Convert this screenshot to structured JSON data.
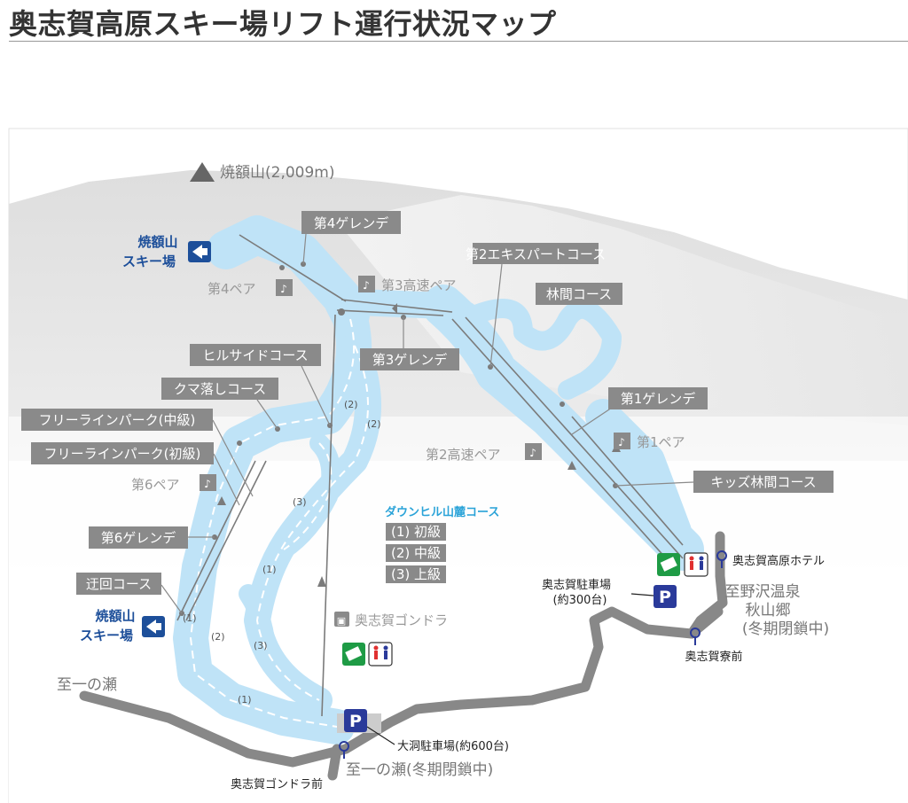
{
  "title": "奥志賀高原スキー場リフト運行状況マップ",
  "peak": "焼額山(2,009m)",
  "links": {
    "top": [
      "焼額山",
      "スキー場"
    ],
    "bottom": [
      "焼額山",
      "スキー場"
    ]
  },
  "lifts": {
    "lift4": "第4ペア",
    "lift3": "第3高速ペア",
    "lift2": "第2高速ペア",
    "lift1": "第1ペア",
    "lift6": "第6ペア",
    "gondola": "奥志賀ゴンドラ"
  },
  "courses": {
    "g4": "第4ゲレンデ",
    "expert2": "第2エキスパートコース",
    "rinkan": "林間コース",
    "hillside": "ヒルサイドコース",
    "g3": "第3ゲレンデ",
    "kuma": "クマ落しコース",
    "freeline_mid": "フリーラインパーク(中級)",
    "freeline_beg": "フリーラインパーク(初級)",
    "g1": "第1ゲレンデ",
    "kids": "キッズ林間コース",
    "g6": "第6ゲレンデ",
    "ukai": "迂回コース"
  },
  "downhill": {
    "title": "ダウンヒル山麓コース",
    "levels": [
      "(1) 初級",
      "(2) 中級",
      "(3) 上級"
    ]
  },
  "markers": [
    "(1)",
    "(2)",
    "(3)"
  ],
  "places": {
    "hotel": "奥志賀高原ホテル",
    "parking_top": [
      "奥志賀駐車場",
      "(約300台)"
    ],
    "nozawa": [
      "至野沢温泉",
      "秋山郷",
      "(冬期閉鎖中)"
    ],
    "ryomae": "奥志賀寮前",
    "ichinose": "至一の瀬",
    "parking_bottom": "大洞駐車場(約600台)",
    "ichinose_closed": "至一の瀬(冬期閉鎖中)",
    "gondola_stop": "奥志賀ゴンドラ前"
  },
  "icons": {
    "parking": "P",
    "ticket": "TICKET"
  },
  "colors": {
    "slope": "#bfe3f7",
    "label_box": "#8a8a8a",
    "link_blue": "#1d4f9a",
    "ticket_green": "#1e9b45",
    "restroom_red": "#e03030",
    "bus_blue": "#2a3a9a"
  }
}
